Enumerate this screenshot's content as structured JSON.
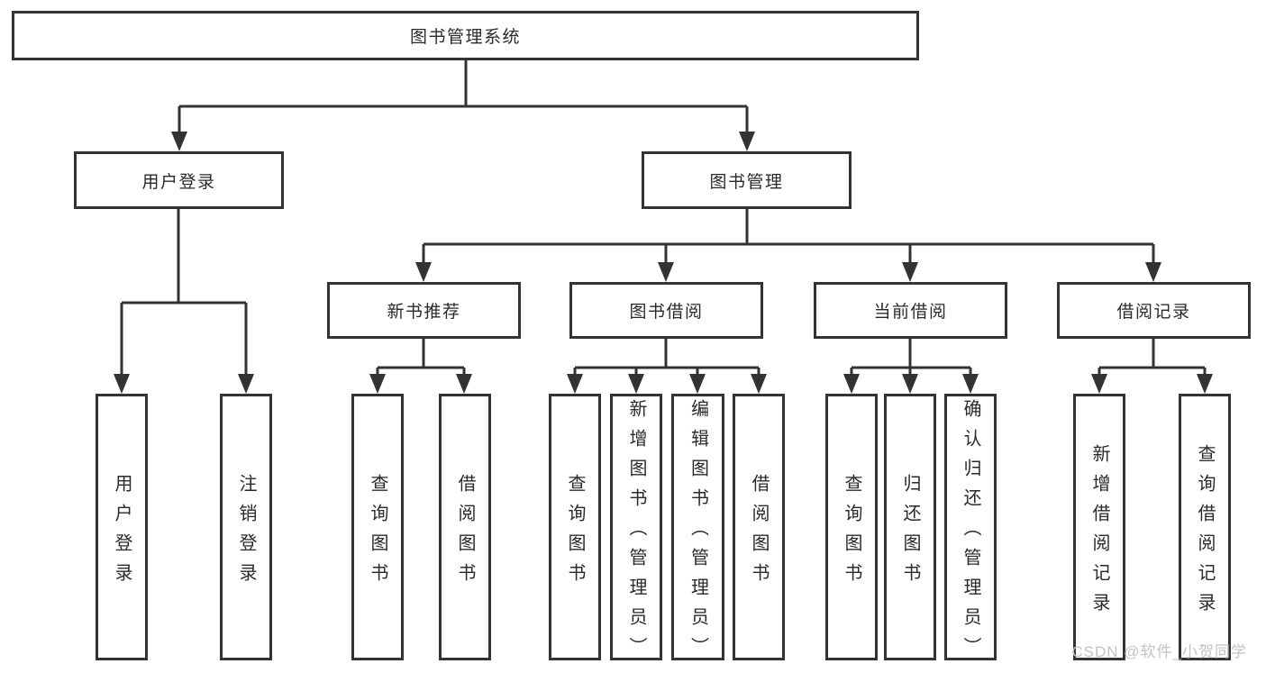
{
  "colors": {
    "line": "#333333",
    "text": "#2a2a2a",
    "background": "#ffffff",
    "watermark": "#c3c3c3"
  },
  "tree": {
    "root": {
      "label": "图书管理系统"
    },
    "branches": [
      {
        "label": "用户登录",
        "children": [
          {
            "label": "用户登录"
          },
          {
            "label": "注销登录"
          }
        ]
      },
      {
        "label": "图书管理",
        "groups": [
          {
            "label": "新书推荐",
            "children": [
              {
                "label": "查询图书"
              },
              {
                "label": "借阅图书"
              }
            ]
          },
          {
            "label": "图书借阅",
            "children": [
              {
                "label": "查询图书"
              },
              {
                "label": "新增图书（管理员）"
              },
              {
                "label": "编辑图书（管理员）"
              },
              {
                "label": "借阅图书"
              }
            ]
          },
          {
            "label": "当前借阅",
            "children": [
              {
                "label": "查询图书"
              },
              {
                "label": "归还图书"
              },
              {
                "label": "确认归还（管理员）"
              }
            ]
          },
          {
            "label": "借阅记录",
            "children": [
              {
                "label": "新增借阅记录"
              },
              {
                "label": "查询借阅记录"
              }
            ]
          }
        ]
      }
    ]
  },
  "watermark": {
    "text": "CSDN @软件_小贺同学"
  }
}
